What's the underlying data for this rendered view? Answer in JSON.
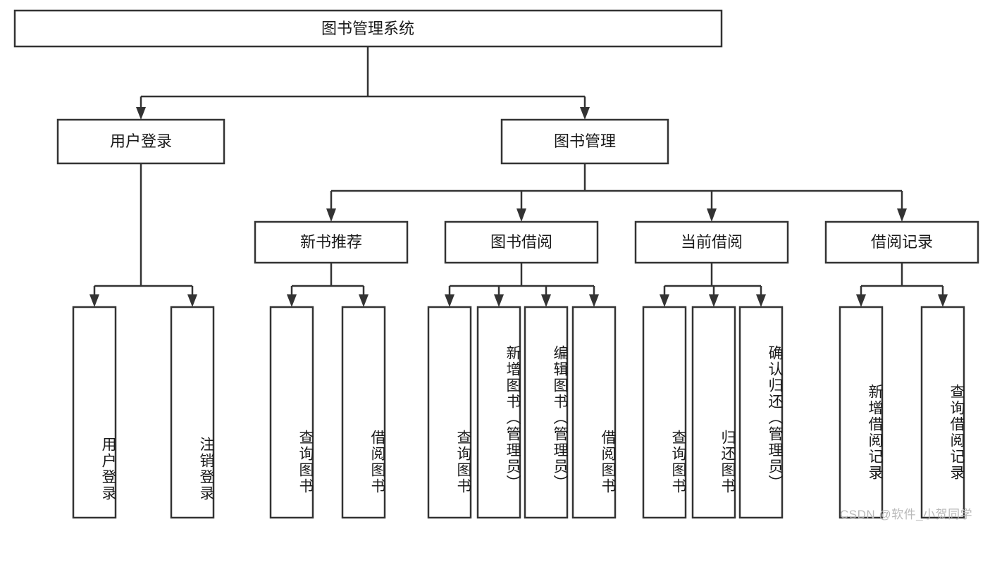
{
  "diagram": {
    "type": "tree",
    "title": "图书管理系统",
    "orientation": "top-down",
    "theme": {
      "background": "#ffffff",
      "box_fill": "#ffffff",
      "box_stroke": "#333333",
      "text_color": "#1a1a1a",
      "watermark_color": "#b9b9b9"
    },
    "root": {
      "id": "root",
      "label": "图书管理系统"
    },
    "level2": [
      {
        "id": "user-login",
        "label": "用户登录"
      },
      {
        "id": "book-manage",
        "label": "图书管理"
      }
    ],
    "level3": [
      {
        "id": "new-book-recommend",
        "label": "新书推荐",
        "parent": "book-manage"
      },
      {
        "id": "book-borrow",
        "label": "图书借阅",
        "parent": "book-manage"
      },
      {
        "id": "current-borrow",
        "label": "当前借阅",
        "parent": "book-manage"
      },
      {
        "id": "borrow-record",
        "label": "借阅记录",
        "parent": "book-manage"
      }
    ],
    "leaves": [
      {
        "id": "leaf-user-login",
        "label": "用户登录",
        "parent": "user-login"
      },
      {
        "id": "leaf-logout-login",
        "label": "注销登录",
        "parent": "user-login"
      },
      {
        "id": "leaf-query-book-1",
        "label": "查询图书",
        "parent": "new-book-recommend"
      },
      {
        "id": "leaf-borrow-book-1",
        "label": "借阅图书",
        "parent": "new-book-recommend"
      },
      {
        "id": "leaf-query-book-2",
        "label": "查询图书",
        "parent": "book-borrow"
      },
      {
        "id": "leaf-add-book",
        "label": "新增图书（管理员）",
        "parent": "book-borrow"
      },
      {
        "id": "leaf-edit-book",
        "label": "编辑图书（管理员）",
        "parent": "book-borrow"
      },
      {
        "id": "leaf-borrow-book-2",
        "label": "借阅图书",
        "parent": "book-borrow"
      },
      {
        "id": "leaf-query-book-3",
        "label": "查询图书",
        "parent": "current-borrow"
      },
      {
        "id": "leaf-return-book",
        "label": "归还图书",
        "parent": "current-borrow"
      },
      {
        "id": "leaf-confirm-return",
        "label": "确认归还（管理员）",
        "parent": "current-borrow"
      },
      {
        "id": "leaf-add-record",
        "label": "新增借阅记录",
        "parent": "borrow-record"
      },
      {
        "id": "leaf-query-record",
        "label": "查询借阅记录",
        "parent": "borrow-record"
      }
    ]
  },
  "watermark": {
    "text": "CSDN @软件_小贺同学"
  }
}
